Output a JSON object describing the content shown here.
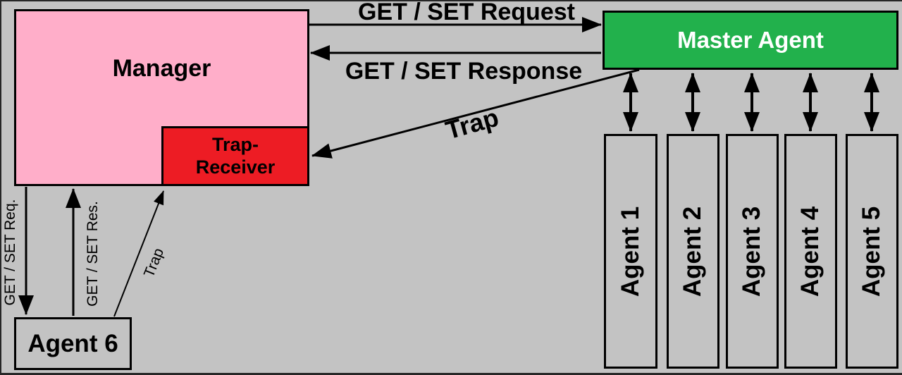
{
  "canvas": {
    "background": "#c3c3c3",
    "border_color": "#262626"
  },
  "colors": {
    "manager_fill": "#ffaec9",
    "trap_receiver_fill": "#ed1c24",
    "master_agent_fill": "#22b14c",
    "agent_fill": "#c3c3c3",
    "arrow_color": "#000000",
    "text_color": "#000000",
    "master_agent_text": "#ffffff"
  },
  "nodes": {
    "manager": {
      "label": "Manager"
    },
    "trap_receiver": {
      "line1": "Trap-",
      "line2": "Receiver"
    },
    "master_agent": {
      "label": "Master Agent"
    },
    "sub_agents": [
      {
        "label": "Agent 1"
      },
      {
        "label": "Agent 2"
      },
      {
        "label": "Agent 3"
      },
      {
        "label": "Agent 4"
      },
      {
        "label": "Agent 5"
      }
    ],
    "agent6": {
      "label": "Agent 6"
    }
  },
  "edges": {
    "request": {
      "label": "GET / SET Request"
    },
    "response": {
      "label": "GET / SET Response"
    },
    "trap": {
      "label": "Trap"
    },
    "req_small": {
      "label": "GET / SET Req."
    },
    "res_small": {
      "label": "GET / SET Res."
    },
    "trap_small": {
      "label": "Trap"
    }
  }
}
